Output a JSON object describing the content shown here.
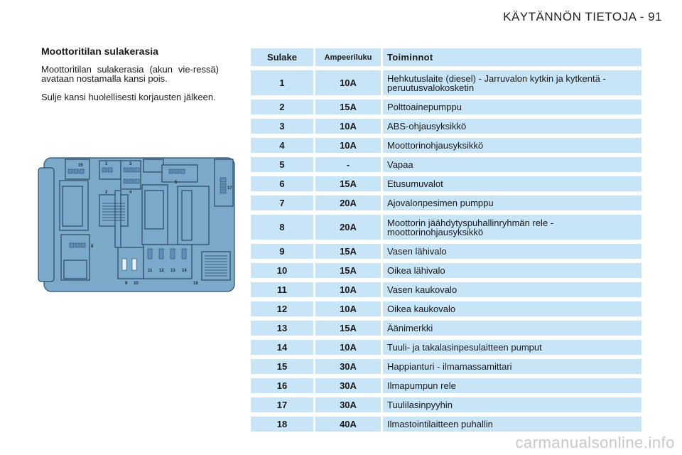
{
  "header": {
    "title": "KÄYTÄNNÖN TIETOJA - 91"
  },
  "section": {
    "title": "Moottoritilan sulakerasia",
    "paragraph1": "Moottoritilan sulakerasia (akun vie-ressä) avataan nostamalla kansi pois.",
    "paragraph2": "Sulje kansi huolellisesti korjausten jälkeen."
  },
  "diagram_labels": [
    "15",
    "1",
    "3",
    "2",
    "4",
    "5",
    "17",
    "8",
    "11",
    "12",
    "13",
    "14",
    "9",
    "10",
    "18"
  ],
  "table": {
    "headers": [
      "Sulake",
      "Ampeeriluku",
      "Toiminnot"
    ],
    "rows": [
      [
        "1",
        "10A",
        "Hehkutuslaite (diesel) - Jarruvalon kytkin ja kytkentä - peruutusvalokosketin"
      ],
      [
        "2",
        "15A",
        "Polttoainepumppu"
      ],
      [
        "3",
        "10A",
        "ABS-ohjausyksikkö"
      ],
      [
        "4",
        "10A",
        "Moottorinohjausyksikkö"
      ],
      [
        "5",
        "-",
        "Vapaa"
      ],
      [
        "6",
        "15A",
        "Etusumuvalot"
      ],
      [
        "7",
        "20A",
        "Ajovalonpesimen pumppu"
      ],
      [
        "8",
        "20A",
        "Moottorin jäähdytyspuhallinryhmän rele - moottorinohjausyksikkö"
      ],
      [
        "9",
        "15A",
        "Vasen lähivalo"
      ],
      [
        "10",
        "15A",
        "Oikea lähivalo"
      ],
      [
        "11",
        "10A",
        "Vasen kaukovalo"
      ],
      [
        "12",
        "10A",
        "Oikea kaukovalo"
      ],
      [
        "13",
        "15A",
        "Äänimerkki"
      ],
      [
        "14",
        "10A",
        "Tuuli- ja takalasinpesulaitteen pumput"
      ],
      [
        "15",
        "30A",
        "Happianturi - ilmamassamittari"
      ],
      [
        "16",
        "30A",
        "Ilmapumpun rele"
      ],
      [
        "17",
        "30A",
        "Tuulilasinpyyhin"
      ],
      [
        "18",
        "40A",
        "Ilmastointilaitteen puhallin"
      ]
    ]
  },
  "watermark": "carmanualsonline.info",
  "colors": {
    "table_cell": "#c8e4f7",
    "diagram_fill": "#7aa9c9",
    "diagram_stroke": "#2b4a66"
  }
}
